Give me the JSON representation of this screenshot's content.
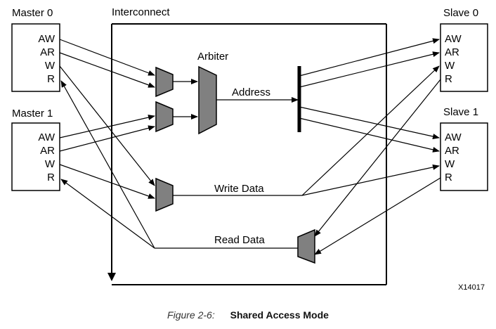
{
  "masters": [
    {
      "name": "Master 0",
      "ports": [
        "AW",
        "AR",
        "W",
        "R"
      ]
    },
    {
      "name": "Master 1",
      "ports": [
        "AW",
        "AR",
        "W",
        "R"
      ]
    }
  ],
  "slaves": [
    {
      "name": "Slave 0",
      "ports": [
        "AW",
        "AR",
        "W",
        "R"
      ]
    },
    {
      "name": "Slave 1",
      "ports": [
        "AW",
        "AR",
        "W",
        "R"
      ]
    }
  ],
  "interconnect": {
    "label": "Interconnect",
    "arbiter_label": "Arbiter",
    "address_label": "Address",
    "write_data_label": "Write Data",
    "read_data_label": "Read Data"
  },
  "figure_id": "X14017",
  "caption": {
    "number": "Figure 2-6:",
    "title": "Shared Access Mode"
  },
  "colors": {
    "mux_fill": "#808080",
    "line": "#000000"
  }
}
